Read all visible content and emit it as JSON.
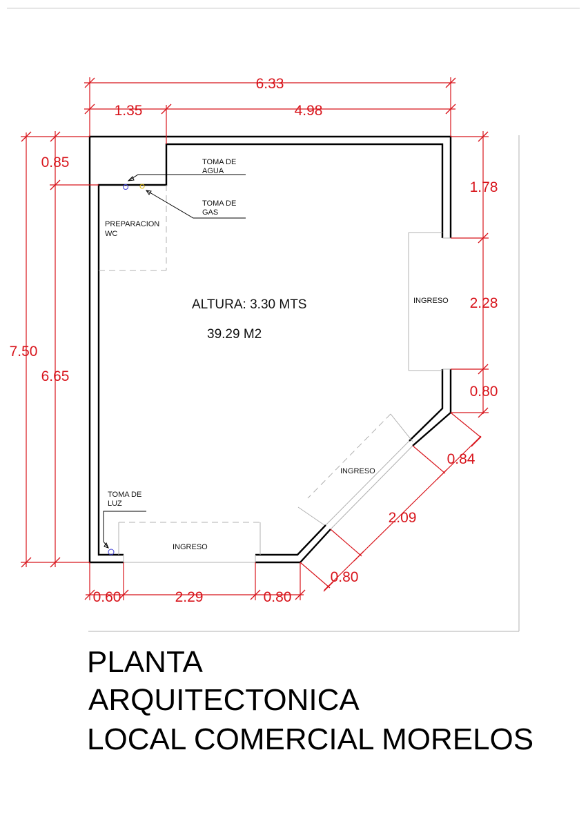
{
  "dimensions": {
    "total_width": "6.33",
    "top_left": "1.35",
    "top_right": "4.98",
    "total_height": "7.50",
    "left_height": "6.65",
    "left_top": "0.85",
    "right_top": "1.78",
    "right_door": "2.28",
    "right_below": "0.80",
    "diag_upper": "0.84",
    "diag_door": "2.09",
    "diag_lower": "0.80",
    "bottom_left": "0.60",
    "bottom_door": "2.29",
    "bottom_right": "0.80"
  },
  "labels": {
    "toma_agua": [
      "TOMA DE",
      "AGUA"
    ],
    "toma_gas": [
      "TOMA DE",
      "GAS"
    ],
    "preparacion": [
      "PREPARACION",
      "WC"
    ],
    "toma_luz": [
      "TOMA DE",
      "LUZ"
    ],
    "ingreso_right": "INGRESO",
    "ingreso_diag": "INGRESO",
    "ingreso_bottom": "INGRESO",
    "altura": "ALTURA: 3.30 MTS",
    "area": "39.29 M2"
  },
  "title": {
    "line1": "PLANTA",
    "line2": "ARQUITECTONICA",
    "line3": "LOCAL COMERCIAL MORELOS"
  },
  "colors": {
    "dimension": "#d8141b",
    "wall": "#000000",
    "opening": "#b0b0b0"
  }
}
